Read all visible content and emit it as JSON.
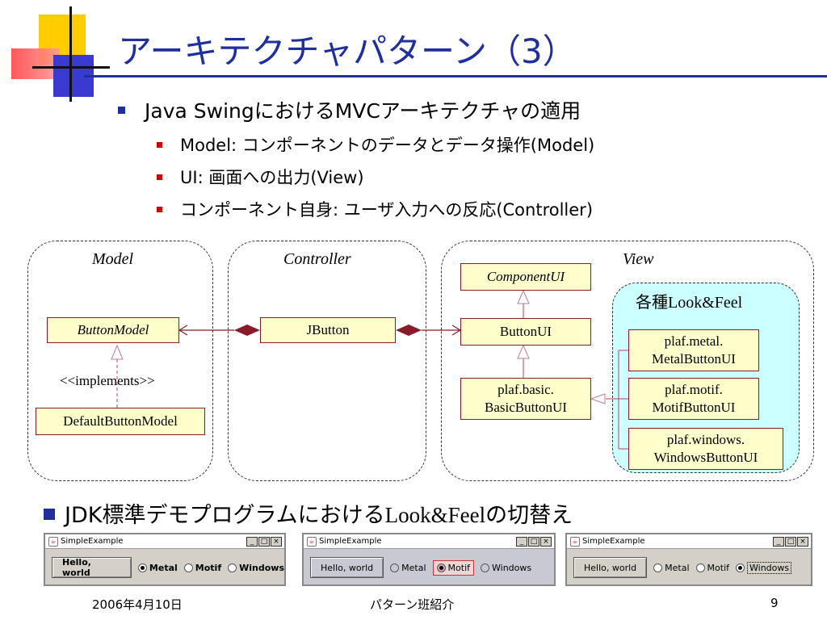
{
  "slide": {
    "title": "アーキテクチャパターン（3）",
    "bullet_main": "Java SwingにおけるMVCアーキテクチャの適用",
    "sub_bullets": [
      "Model: コンポーネントのデータとデータ操作(Model)",
      "UI: 画面への出力(View)",
      "コンポーネント自身: ユーザ入力への反応(Controller)"
    ]
  },
  "diagram": {
    "groups": {
      "model": "Model",
      "controller": "Controller",
      "view": "View"
    },
    "look_and_feel_label": "各種Look&Feel",
    "boxes": {
      "button_model": "ButtonModel",
      "default_button_model": "DefaultButtonModel",
      "jbutton": "JButton",
      "component_ui": "ComponentUI",
      "button_ui": "ButtonUI",
      "basic_line1": "plaf.basic.",
      "basic_line2": "BasicButtonUI",
      "metal_line1": "plaf.metal.",
      "metal_line2": "MetalButtonUI",
      "motif_line1": "plaf.motif.",
      "motif_line2": "MotifButtonUI",
      "windows_line1": "plaf.windows.",
      "windows_line2": "WindowsButtonUI"
    },
    "implements_label": "<<implements>>"
  },
  "jdk": {
    "prefix": "JDK標準デモプログラムにおける",
    "lf": "Look&Feel",
    "suffix": "の切替え"
  },
  "windows": [
    {
      "title": "SimpleExample",
      "button": "Hello, world",
      "options": [
        "Metal",
        "Motif",
        "Windows"
      ],
      "selected": 0
    },
    {
      "title": "SimpleExample",
      "button": "Hello, world",
      "options": [
        "Metal",
        "Motif",
        "Windows"
      ],
      "selected": 1
    },
    {
      "title": "SimpleExample",
      "button": "Hello, world",
      "options": [
        "Metal",
        "Motif",
        "Windows"
      ],
      "selected": 2
    }
  ],
  "footer": {
    "date": "2006年4月10日",
    "center": "パターン班紹介",
    "page": "9"
  }
}
